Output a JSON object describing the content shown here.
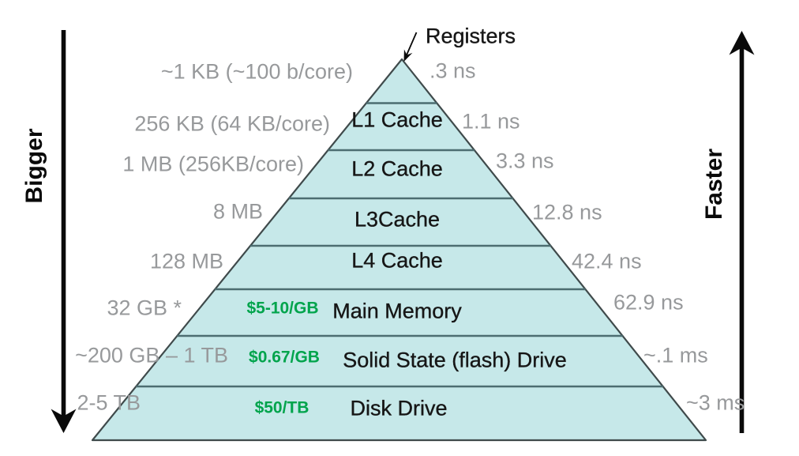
{
  "diagram": {
    "type": "memory-hierarchy-pyramid",
    "apex_label": "Registers",
    "axes": {
      "left": "Bigger",
      "right": "Faster"
    },
    "levels": [
      {
        "name": "Registers",
        "size": "~1 KB (~100 b/core)",
        "latency": ".3 ns",
        "price": ""
      },
      {
        "name": "L1 Cache",
        "size": "256 KB (64 KB/core)",
        "latency": "1.1 ns",
        "price": ""
      },
      {
        "name": "L2 Cache",
        "size": "1 MB (256KB/core)",
        "latency": "3.3 ns",
        "price": ""
      },
      {
        "name": "L3Cache",
        "size": "8 MB",
        "latency": "12.8 ns",
        "price": ""
      },
      {
        "name": "L4 Cache",
        "size": "128 MB",
        "latency": "42.4 ns",
        "price": ""
      },
      {
        "name": "Main Memory",
        "size": "32 GB *",
        "latency": "62.9 ns",
        "price": "$5-10/GB"
      },
      {
        "name": "Solid State (flash) Drive",
        "size": "~200 GB – 1 TB",
        "latency": "~.1 ms",
        "price": "$0.67/GB"
      },
      {
        "name": "Disk Drive",
        "size": "2-5 TB",
        "latency": "~3 ms",
        "price": "$50/TB"
      }
    ],
    "colors": {
      "pyramid_fill": "#c6e8e9",
      "pyramid_edge": "#3f4a4b",
      "divider": "#4c6d71",
      "size_latency_text": "#97999b",
      "level_text": "#161616",
      "price_text": "#00a44c",
      "axis_arrow": "#0a0a0a"
    }
  }
}
